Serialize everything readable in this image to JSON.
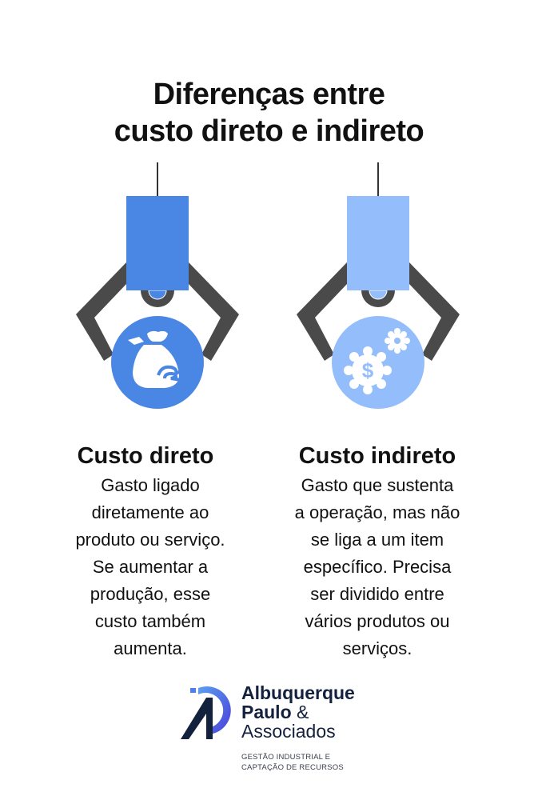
{
  "title": {
    "line1": "Diferenças entre",
    "line2": "custo direto e indireto"
  },
  "columns": [
    {
      "heading": "Custo direto",
      "body_lines": [
        "Gasto ligado",
        "diretamente ao",
        "produto ou serviço.",
        "Se aumentar a",
        "produção, esse",
        "custo também",
        "aumenta."
      ],
      "icon": "money-bag-icon",
      "body_color": "#4a86e3"
    },
    {
      "heading": "Custo indireto",
      "body_lines": [
        "Gasto que sustenta",
        "a operação, mas não",
        "se liga a um item",
        "específico. Precisa",
        "ser dividido entre",
        "vários produtos ou",
        "serviços."
      ],
      "icon": "gear-dollar-icon",
      "body_color": "#94bdfb"
    }
  ],
  "logo": {
    "line1": "Albuquerque",
    "line2_bold": "Paulo",
    "line2_rest": " &",
    "line3": "Associados",
    "tagline1": "GESTÃO INDUSTRIAL E",
    "tagline2": "CAPTAÇÃO DE RECURSOS"
  },
  "colors": {
    "claw_arm": "#4a4a4a",
    "direct_blue": "#4a86e3",
    "indirect_blue": "#94bdfb",
    "logo_navy": "#14213d"
  }
}
